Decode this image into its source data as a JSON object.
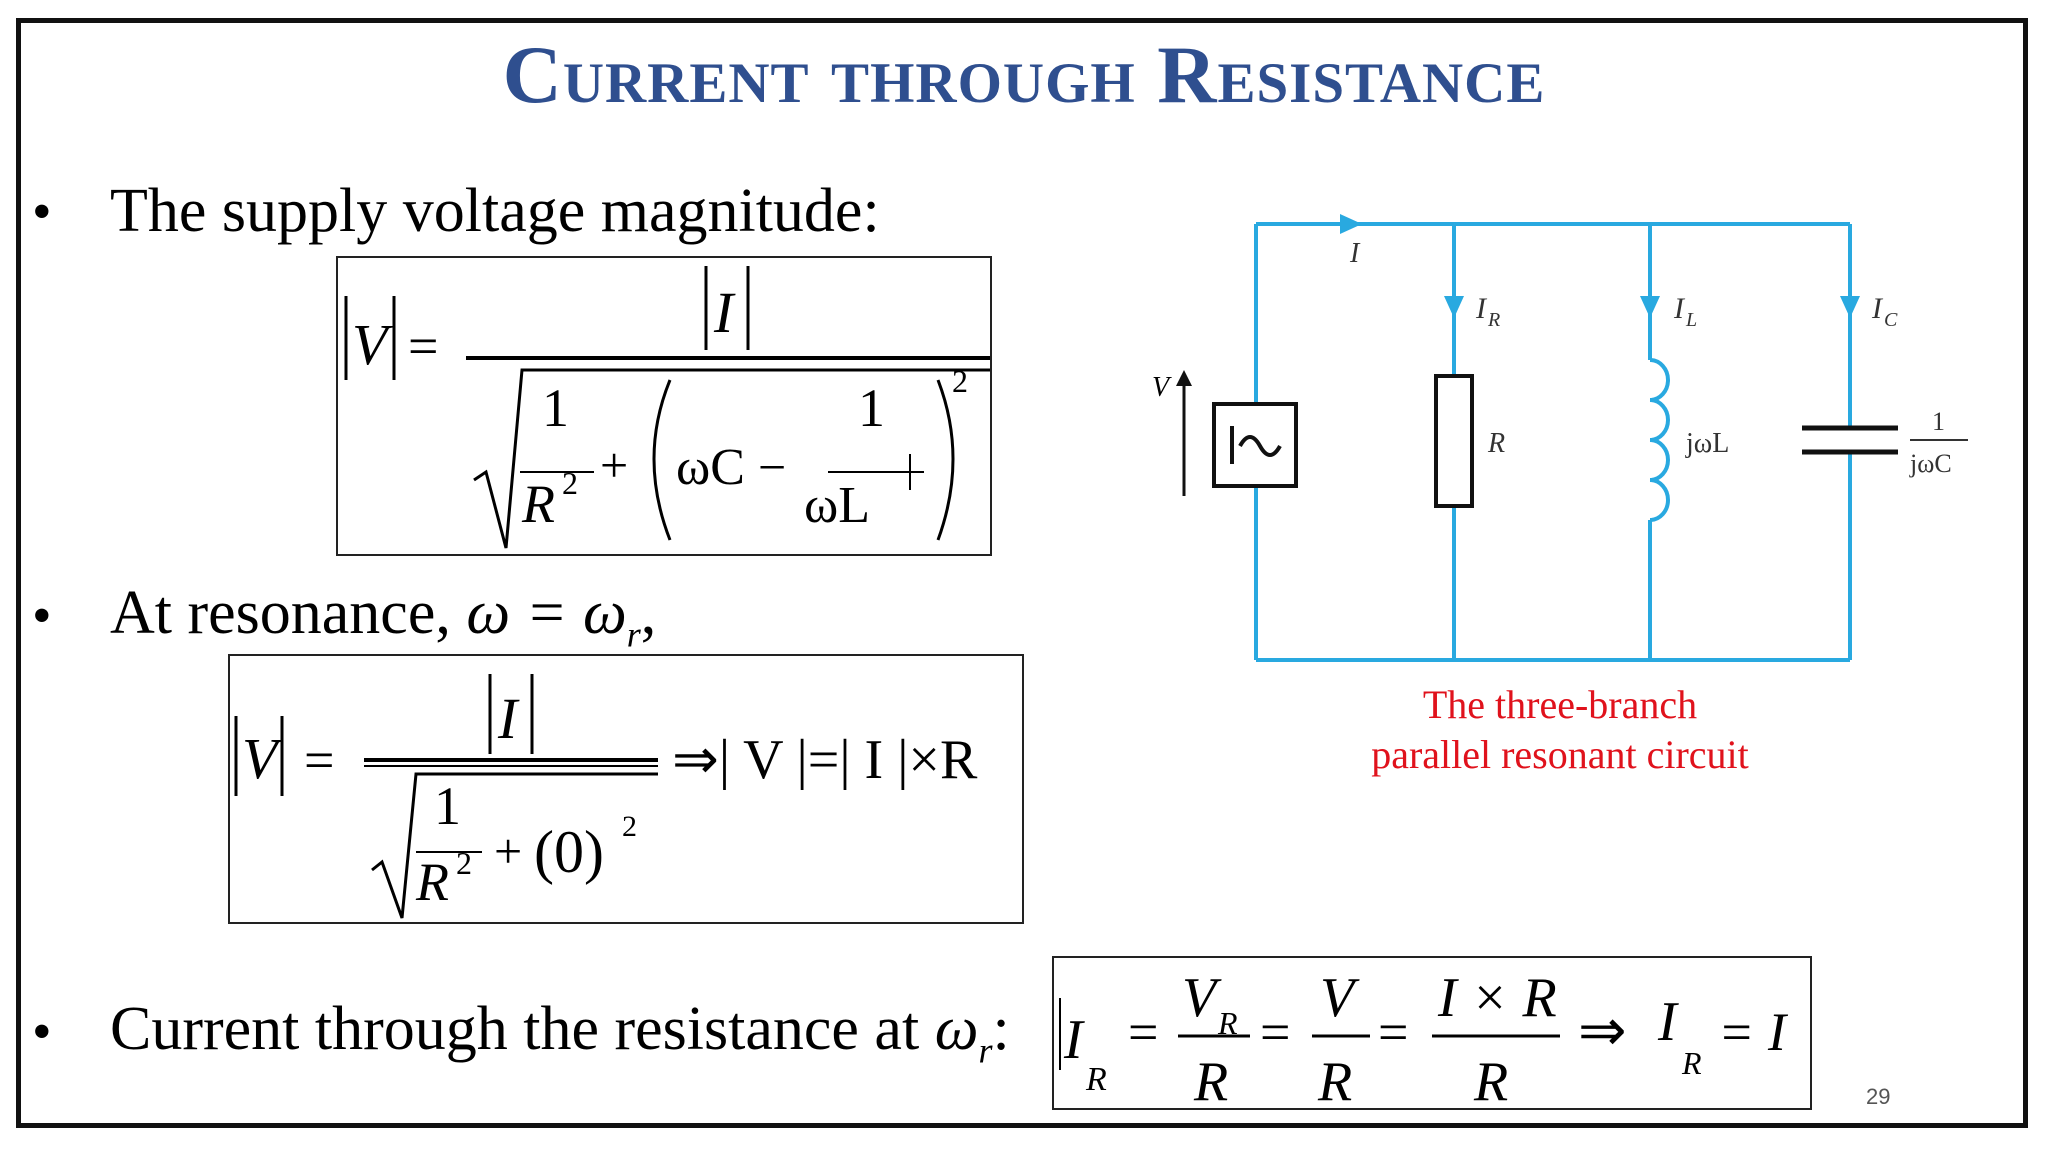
{
  "slide": {
    "title": "Current through Resistance",
    "page_number": "29"
  },
  "bullets": {
    "b1": "The supply voltage magnitude:",
    "b2_prefix": "At resonance, ",
    "b2_math": "ω = ω",
    "b2_sub": "r",
    "b2_suffix": ",",
    "b3_prefix": "Current through the resistance at ",
    "b3_math": "ω",
    "b3_sub": "r",
    "b3_suffix": ":"
  },
  "eq1": {
    "lhs": "V",
    "eq": "=",
    "num": "I",
    "one_a": "1",
    "r2_base": "R",
    "r2_exp": "2",
    "plus": "+",
    "wc": "ωC",
    "minus": "−",
    "one_b": "1",
    "wl": "ωL",
    "sq": "2"
  },
  "eq2": {
    "lhs": "V",
    "eq": "=",
    "num": "I",
    "one": "1",
    "r2_base": "R",
    "r2_exp": "2",
    "plus": "+",
    "zero": "(0)",
    "sq": "2",
    "result": "⇒| V |=| I |×R"
  },
  "eq3": {
    "i": "I",
    "r_sub": "R",
    "eq": "=",
    "vr_v": "V",
    "vr_sub": "R",
    "den_r": "R",
    "v": "V",
    "ir": "I × R",
    "arrow": "⇒",
    "i2": "I",
    "eq_end": "= I"
  },
  "circuit": {
    "wire_color": "#29a9e0",
    "label_I": "I",
    "label_IR": "I",
    "label_IR_sub": "R",
    "label_IL": "I",
    "label_IL_sub": "L",
    "label_IC": "I",
    "label_IC_sub": "C",
    "label_V": "V",
    "source_symbol": "|~",
    "label_R": "R",
    "label_jwL": "jωL",
    "label_cap_num": "1",
    "label_cap_den": "jωC",
    "caption_line1": "The three-branch",
    "caption_line2": "parallel resonant circuit"
  }
}
